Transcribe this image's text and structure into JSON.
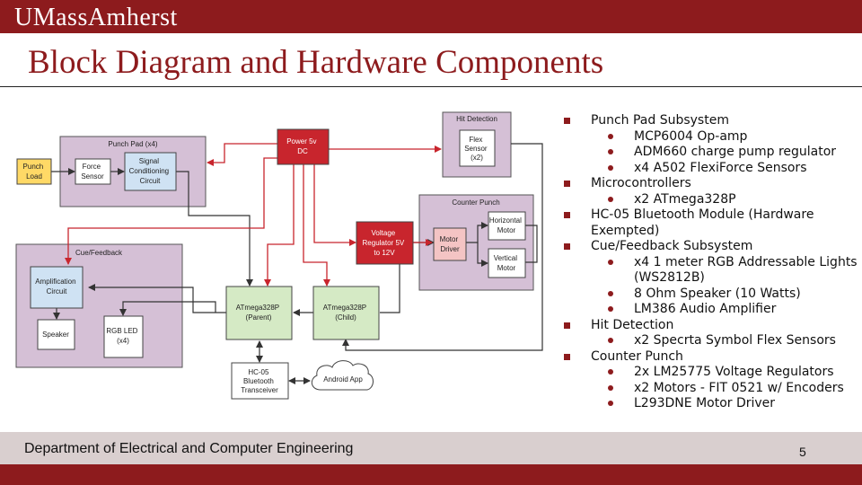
{
  "header": {
    "logo": "UMassAmherst"
  },
  "slide": {
    "title": "Block Diagram and Hardware Components",
    "page_number": "5"
  },
  "footer": {
    "department": "Department of Electrical and Computer Engineering"
  },
  "colors": {
    "maroon": "#8d1b1d",
    "footer_band": "#d9cfcf",
    "group_fill": "#d5c0d6",
    "mcu_fill": "#d5eac5",
    "power_fill": "#c8252d",
    "input_fill": "#ffd966",
    "sensor_fill": "#cfe2f3",
    "driver_fill": "#f4c4c4"
  },
  "diagram": {
    "groups": {
      "punch_pad": "Punch Pad (x4)",
      "cue": "Cue/Feedback",
      "hit": "Hit Detection",
      "counter": "Counter Punch"
    },
    "blocks": {
      "punch_load": [
        "Punch",
        "Load"
      ],
      "force_sensor": [
        "Force",
        "Sensor"
      ],
      "signal_cond": [
        "Signal",
        "Conditioning",
        "Circuit"
      ],
      "power": [
        "Power 5v",
        "DC"
      ],
      "flex_sensor": [
        "Flex",
        "Sensor",
        "(x2)"
      ],
      "vreg": [
        "Voltage",
        "Regulator 5V",
        "to 12V"
      ],
      "motor_driver": [
        "Motor",
        "Driver"
      ],
      "horizontal_motor": [
        "Horizontal",
        "Motor"
      ],
      "vertical_motor": [
        "Vertical",
        "Motor"
      ],
      "amp": [
        "Amplification",
        "Circuit"
      ],
      "speaker": [
        "Speaker"
      ],
      "rgb_led": [
        "RGB LED",
        "(x4)"
      ],
      "mcu_parent": [
        "ATmega328P",
        "(Parent)"
      ],
      "mcu_child": [
        "ATmega328P",
        "(Child)"
      ],
      "bluetooth": [
        "HC-05",
        "Bluetooth",
        "Transceiver"
      ],
      "android": [
        "Android App"
      ]
    }
  },
  "components": [
    {
      "label": "Punch Pad Subsystem",
      "items": [
        "MCP6004 Op-amp",
        "ADM660 charge pump regulator",
        "x4 A502 FlexiForce Sensors"
      ]
    },
    {
      "label": "Microcontrollers",
      "items": [
        "x2 ATmega328P"
      ]
    },
    {
      "label": "HC-05 Bluetooth Module (Hardware Exempted)",
      "items": []
    },
    {
      "label": "Cue/Feedback Subsystem",
      "items": [
        "x4 1 meter RGB Addressable Lights (WS2812B)",
        "8 Ohm Speaker (10 Watts)",
        "LM386 Audio Amplifier"
      ]
    },
    {
      "label": "Hit Detection",
      "items": [
        "x2 Specrta Symbol Flex Sensors"
      ]
    },
    {
      "label": "Counter Punch",
      "items": [
        "2x LM25775 Voltage Regulators",
        "x2 Motors - FIT 0521 w/ Encoders",
        "L293DNE Motor Driver"
      ]
    }
  ]
}
